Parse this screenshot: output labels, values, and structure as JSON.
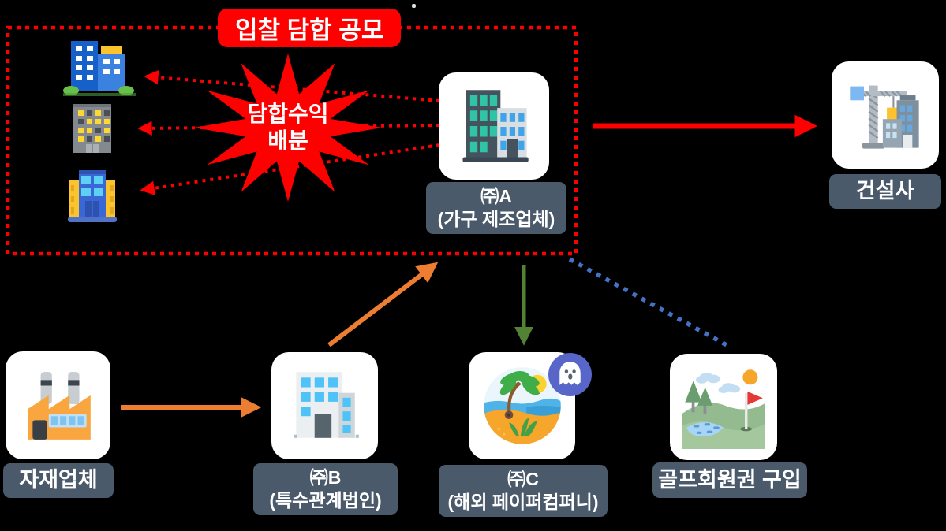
{
  "collusion_box": {
    "title": "입찰 담합 공모",
    "border_color": "#ff0000"
  },
  "starburst": {
    "line1": "담합수익",
    "line2": "배분",
    "fill_color": "#ff0000",
    "text_color": "#ffffff"
  },
  "nodes": {
    "bidder1": {
      "icon": "blue-office-buildings-icon"
    },
    "bidder2": {
      "icon": "gray-building-icon"
    },
    "bidder3": {
      "icon": "hotel-building-icon"
    },
    "company_a": {
      "line1": "㈜A",
      "line2": "(가구 제조업체)",
      "icon": "corporate-building-icon"
    },
    "constructor": {
      "label": "건설사",
      "icon": "construction-crane-icon"
    },
    "materials": {
      "label": "자재업체",
      "icon": "factory-icon"
    },
    "company_b": {
      "line1": "㈜B",
      "line2": "(특수관계법인)",
      "icon": "office-building-icon"
    },
    "company_c": {
      "line1": "㈜C",
      "line2": "(해외 페이퍼컴퍼니)",
      "icon": "tropical-island-icon",
      "badge": "ghost-icon"
    },
    "golf": {
      "label": "골프회원권 구입",
      "icon": "golf-course-icon"
    }
  },
  "colors": {
    "background": "#000000",
    "box_red": "#ff0000",
    "arrow_red": "#ff0000",
    "arrow_orange": "#ed7d31",
    "arrow_green": "#548235",
    "arrow_blue": "#4472c4",
    "label_bg": "#4b5a6b",
    "card_bg": "#ffffff"
  },
  "arrows": [
    {
      "name": "profit-share-arrow-1",
      "from": "company_a",
      "to": "bidder1",
      "style": "dotted",
      "color": "#ff0000"
    },
    {
      "name": "profit-share-arrow-2",
      "from": "company_a",
      "to": "bidder2",
      "style": "dotted",
      "color": "#ff0000"
    },
    {
      "name": "profit-share-arrow-3",
      "from": "company_a",
      "to": "bidder3",
      "style": "dotted",
      "color": "#ff0000"
    },
    {
      "name": "bid-arrow",
      "from": "collusion_box",
      "to": "constructor",
      "style": "solid",
      "color": "#ff0000"
    },
    {
      "name": "materials-arrow",
      "from": "materials",
      "to": "company_b",
      "style": "solid",
      "color": "#ed7d31"
    },
    {
      "name": "b-to-a-arrow",
      "from": "company_b",
      "to": "company_a",
      "style": "solid",
      "color": "#ed7d31"
    },
    {
      "name": "a-to-c-arrow",
      "from": "company_a",
      "to": "company_c",
      "style": "solid",
      "color": "#548235"
    },
    {
      "name": "a-to-golf-line",
      "from": "collusion_box",
      "to": "golf",
      "style": "dotted",
      "color": "#4472c4"
    }
  ]
}
